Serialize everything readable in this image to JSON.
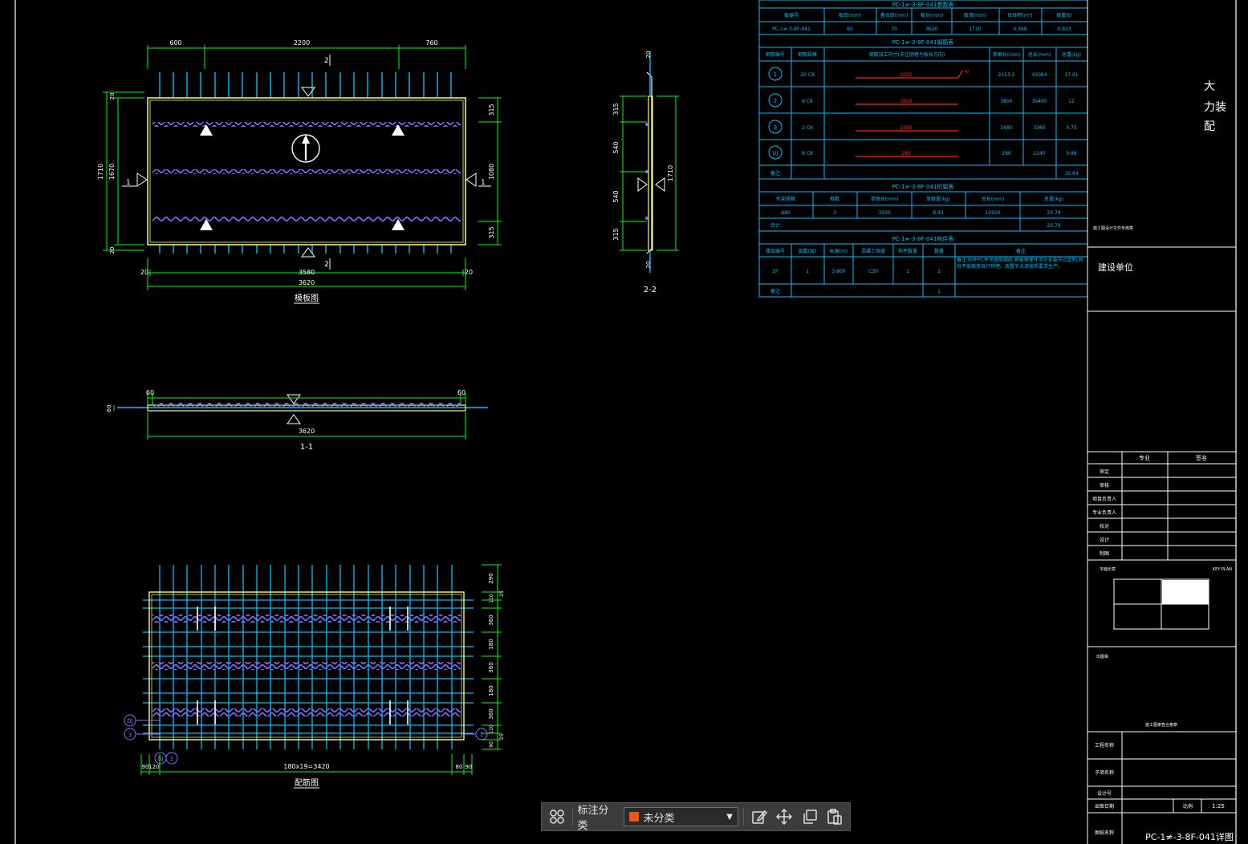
{
  "title_block": {
    "tag1": "大",
    "tag2": "力装",
    "tag3": "配",
    "small_cap": "施工图设计文件专用章",
    "owner_label": "建设单位",
    "sign_head": [
      "专业",
      "签名"
    ],
    "sign_rows": [
      "审定",
      "审核",
      "项目负责人",
      "专业负责人",
      "校对",
      "设计",
      "制图"
    ],
    "key_plan_left": "平面示意",
    "key_plan_right": "KEY PLAN",
    "stamp_label": "出图章",
    "stamp_sub": "施工图审查合格章",
    "project_label": "工程名称",
    "sub_label": "子项名称",
    "design_no_label": "设计号",
    "date_label": "出图日期",
    "scale_label": "比例",
    "scale_value": "1:25",
    "drawing_label": "图纸名称",
    "drawing_name": "PC-1≠-3-8F-041详图"
  },
  "tables": {
    "t1_title": "PC-1≠-3-8F-041参数表",
    "t1_head": [
      "板编号",
      "板厚(mm)",
      "叠合厚(mm)",
      "板长(mm)",
      "板宽(mm)",
      "砼体积(m³)",
      "板重(t)"
    ],
    "t1_row": [
      "PC-1≠-3-8F-041",
      "60",
      "70",
      "3620",
      "1710",
      "0.369",
      "0.923"
    ],
    "t2_title": "PC-1≠-3-8F-041钢筋表",
    "t2_head": [
      "钢筋编号",
      "钢筋规格",
      "钢筋加工尺寸(未注明者为板长方向)",
      "单根长(mm)",
      "总长(mm)",
      "总重(kg)"
    ],
    "t2_rows": [
      {
        "no": "1",
        "spec": "20 C8",
        "dim": "2050",
        "single": "2153.2",
        "total": "43064",
        "weight": "17.01"
      },
      {
        "no": "2",
        "spec": "8 C8",
        "dim": "3800",
        "single": "3800",
        "total": "30400",
        "weight": "12"
      },
      {
        "no": "3",
        "spec": "2 C6",
        "dim": "1680",
        "single": "1680",
        "total": "3360",
        "weight": "0.75"
      },
      {
        "no": "DJ",
        "spec": "8 C8",
        "dim": "280",
        "single": "280",
        "total": "2240",
        "weight": "0.88"
      }
    ],
    "t2_dim_note": "40",
    "t2_total_label": "备注:",
    "t2_total": "30.64",
    "t3_title": "PC-1≠-3-8F-041桁架表",
    "t3_head": [
      "桁架规格",
      "根数",
      "单根长(mm)",
      "单根重(kg)",
      "总长(mm)",
      "总重(kg)"
    ],
    "t3_row": [
      "A80",
      "3",
      "3500",
      "6.93",
      "10500",
      "20.79"
    ],
    "t3_total_label": "合计:",
    "t3_total": "20.79",
    "t4_title": "PC-1≠-3-8F-041构件表",
    "t4_head": [
      "楼层编号",
      "层数(层)",
      "标高(m)",
      "混凝土强度",
      "构件数量",
      "数量",
      "备注"
    ],
    "t4_row": [
      "2F",
      "1",
      "3.800",
      "C30",
      "1",
      "1"
    ],
    "t4_note": "备注:构件PC件须按照图纸,预留预埋件须在安装节点定制,同时不能随意自行预埋。放置节点请按照要求生产。",
    "t4_total_label": "备注:",
    "t4_total": "1"
  },
  "plan": {
    "top_dims": [
      "600",
      "2200",
      "760"
    ],
    "bottom_dims": [
      "20",
      "3580",
      "20"
    ],
    "overall": "3620",
    "left_dims": [
      "1710",
      "1670",
      "20",
      "20"
    ],
    "right_dims": [
      "315",
      "1080",
      "315"
    ],
    "section_mark": "2",
    "section_mark_1": "1",
    "caption": "模板图"
  },
  "section11": {
    "left": "60",
    "right": "60",
    "overall": "3620",
    "height": "60",
    "caption": "1-1"
  },
  "section22": {
    "dims": [
      "315",
      "540",
      "540",
      "315"
    ],
    "end": "20",
    "total": "1710",
    "caption": "2-2"
  },
  "rebar": {
    "bottom_dim": "180x19=3420",
    "left_small": [
      "90",
      "120"
    ],
    "right_small": [
      "80",
      "90"
    ],
    "right_dims": [
      "290",
      "25",
      "110",
      "360",
      "180",
      "360",
      "180",
      "360",
      "110",
      "25",
      "90"
    ],
    "callouts": [
      "DJ",
      "3",
      "DJ",
      "2",
      "1"
    ],
    "caption": "配筋图"
  },
  "toolbar": {
    "label": "标注分类",
    "selected": "未分类",
    "accent": "#e8561b"
  },
  "colors": {
    "dim": "#00ff00",
    "outline": "#ffff66",
    "rebar": "#00bfff",
    "truss": "#8a6cff",
    "table": "#00bfff",
    "white": "#ffffff",
    "red": "#ff2020"
  }
}
